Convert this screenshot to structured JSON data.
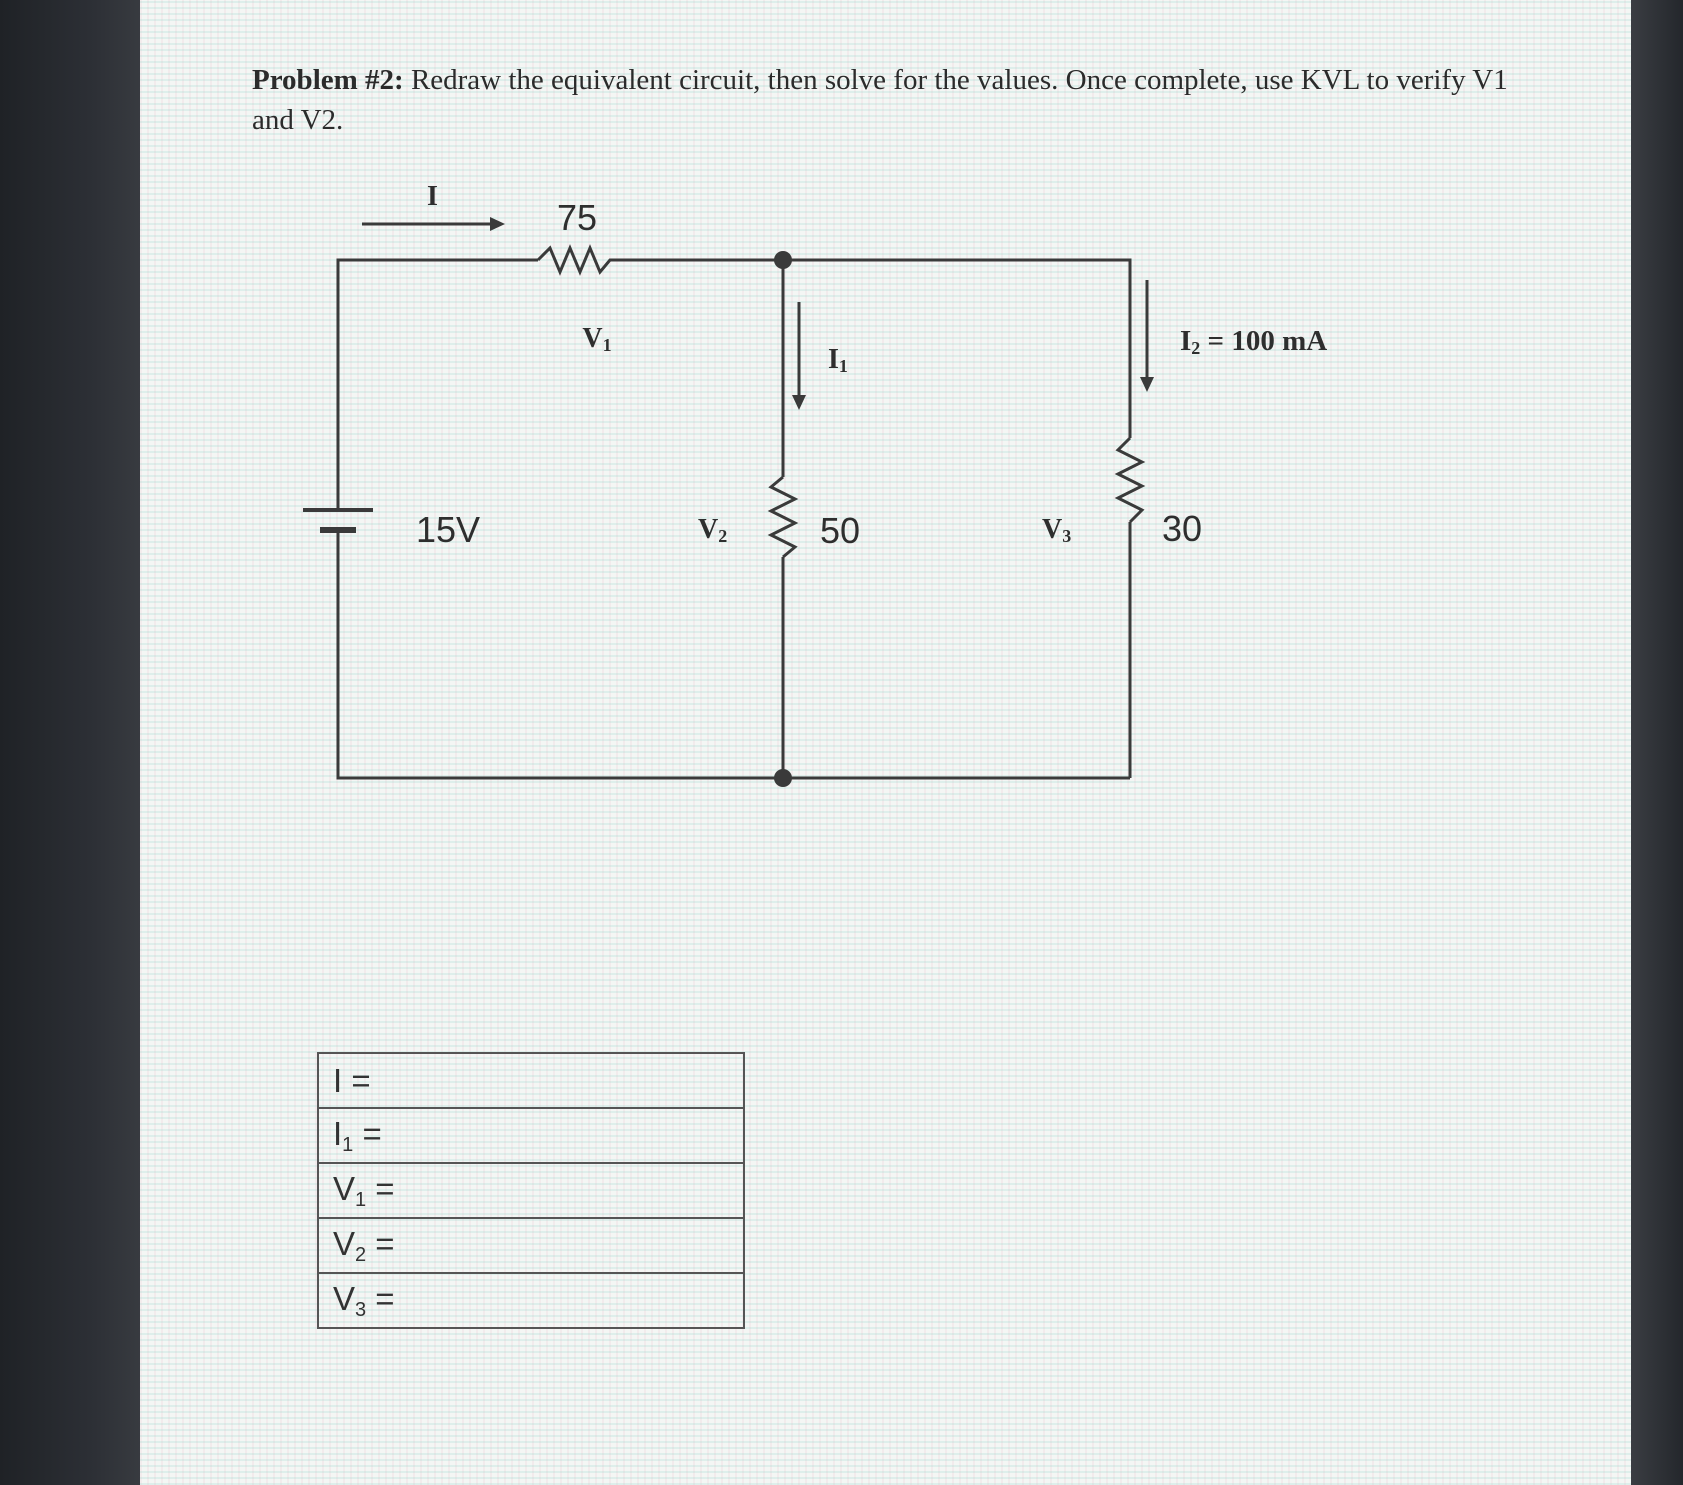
{
  "problem": {
    "label": "Problem #2:",
    "text": " Redraw the equivalent circuit, then solve for the values. Once complete, use KVL to verify V1 and V2."
  },
  "circuit": {
    "current_I": "I",
    "r1_value": "75",
    "v1_label": "V",
    "v1_sub": "1",
    "source_value": "15V",
    "i1_label": "I",
    "i1_sub": "1",
    "v2_label": "V",
    "v2_sub": "2",
    "r2_value": "50",
    "i2_label": "I",
    "i2_sub": "2",
    "i2_value": " = 100 mA",
    "v3_label": "V",
    "v3_sub": "3",
    "r3_value": "30"
  },
  "answers": [
    {
      "label": "I",
      "sub": "",
      "suffix": " ="
    },
    {
      "label": "I",
      "sub": "1",
      "suffix": " ="
    },
    {
      "label": "V",
      "sub": "1",
      "suffix": " ="
    },
    {
      "label": "V",
      "sub": "2",
      "suffix": " ="
    },
    {
      "label": "V",
      "sub": "3",
      "suffix": " ="
    }
  ]
}
